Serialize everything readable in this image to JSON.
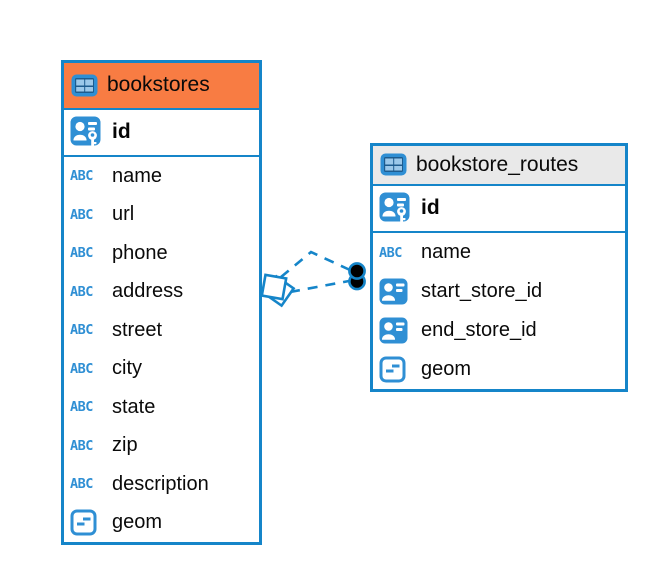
{
  "tables": [
    {
      "name": "bookstores",
      "selected": true,
      "header_color": "#F87C43",
      "primary_key": {
        "name": "id"
      },
      "fields": [
        {
          "name": "name",
          "type": "text"
        },
        {
          "name": "url",
          "type": "text"
        },
        {
          "name": "phone",
          "type": "text"
        },
        {
          "name": "address",
          "type": "text"
        },
        {
          "name": "street",
          "type": "text"
        },
        {
          "name": "city",
          "type": "text"
        },
        {
          "name": "state",
          "type": "text"
        },
        {
          "name": "zip",
          "type": "text"
        },
        {
          "name": "description",
          "type": "text"
        },
        {
          "name": "geom",
          "type": "geometry"
        }
      ]
    },
    {
      "name": "bookstore_routes",
      "selected": false,
      "header_color": "#E9E9E9",
      "primary_key": {
        "name": "id"
      },
      "fields": [
        {
          "name": "name",
          "type": "text"
        },
        {
          "name": "start_store_id",
          "type": "reference"
        },
        {
          "name": "end_store_id",
          "type": "reference"
        },
        {
          "name": "geom",
          "type": "geometry"
        }
      ]
    }
  ],
  "relationship": {
    "line_style": "dashed",
    "left_endpoint": "double-diamond",
    "right_endpoint": "double-dot"
  },
  "icons": {
    "table": "table-grid-icon",
    "primary_key": "person-card-key-icon",
    "reference": "person-card-icon",
    "text": "abc-text-icon",
    "geometry": "geometry-dash-icon",
    "abc_label": "ABC"
  },
  "colors": {
    "accent_blue": "#1585C9",
    "icon_blue": "#2F8FD4",
    "selected_header_orange": "#F87C43",
    "header_gray": "#E9E9E9",
    "background": "#FFFFFF",
    "text": "#000000",
    "relationship_dot_fill": "#000000"
  }
}
